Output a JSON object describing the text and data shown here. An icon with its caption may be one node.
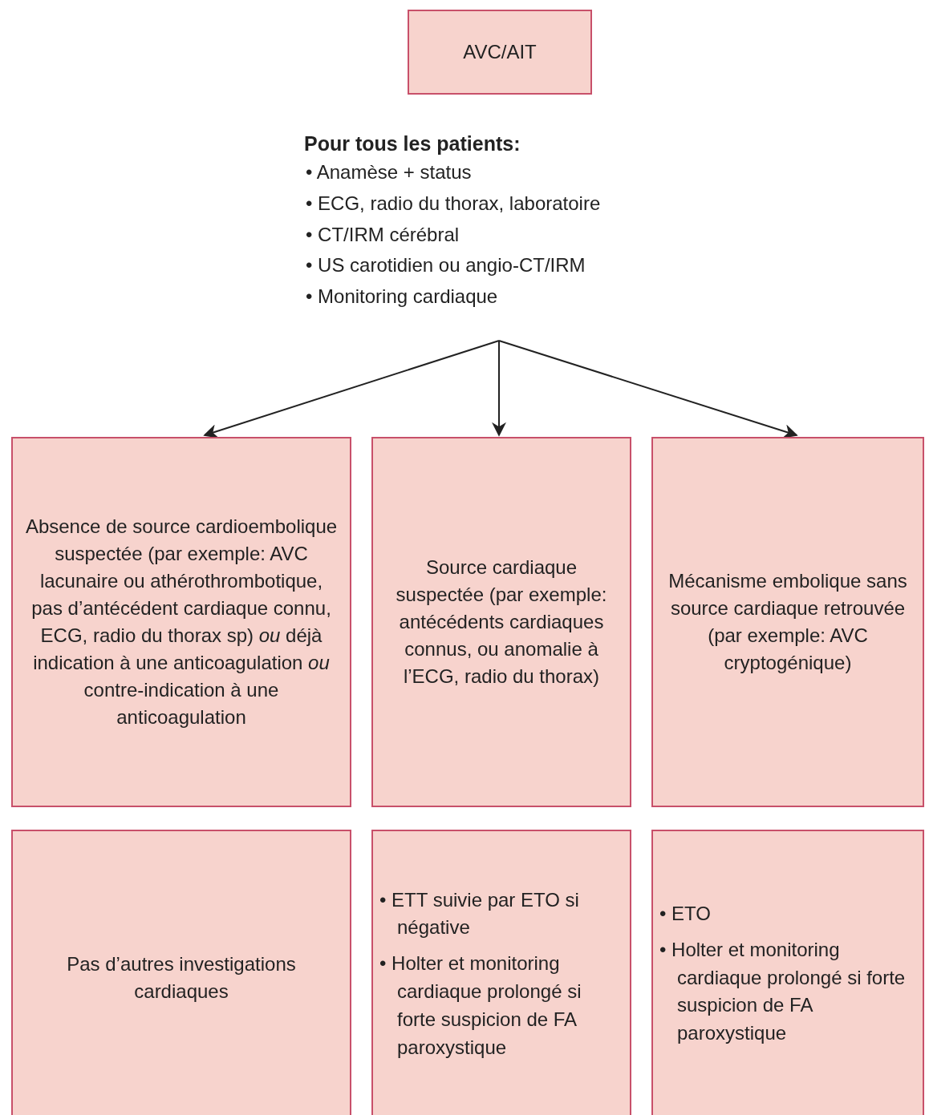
{
  "diagram": {
    "nodes": [
      {
        "text": [
          "AVC/AIT"
        ]
      },
      {
        "text": [
          "Pour tous les patients:",
          "• Anamèse + status",
          "• ECG, radio du thorax, laboratoire",
          "• CT/IRM cérébral",
          "• US carotidien ou angio-CT/IRM",
          "• Monitoring cardiaque"
        ]
      },
      {
        "text": [
          "Absence de source cardioembolique suspectée (par exemple: AVC lacunaire ou athérothrombotique, pas d’antécédent cardiaque connu, ECG, radio du thorax sp) *ou* déjà indication à une anticoagulation *ou* contre-indication à une anticoagulation"
        ]
      },
      {
        "text": [
          "Source cardiaque suspectée (par exemple: antécédents cardiaques connus, ou anomalie à l’ECG, radio du thorax)"
        ]
      },
      {
        "text": [
          "Mécanisme embolique sans source cardiaque retrouvée (par exemple: AVC cryptogénique)"
        ]
      },
      {
        "text": [
          "Pas d’autres investigations cardiaques"
        ]
      },
      {
        "text": [
          "• ETT suivie par ETO si négative",
          "• Holter et monitoring cardiaque prolongé si forte suspicion de FA paroxystique"
        ]
      },
      {
        "text": [
          "• ETO",
          "• Holter et monitoring cardiaque prolongé si forte suspicion de FA paroxystique"
        ]
      }
    ],
    "edges": [
      {
        "from": 1,
        "to": 2,
        "arrow": "to"
      },
      {
        "from": 1,
        "to": 3,
        "arrow": "to"
      },
      {
        "from": 1,
        "to": 4,
        "arrow": "to"
      }
    ]
  }
}
